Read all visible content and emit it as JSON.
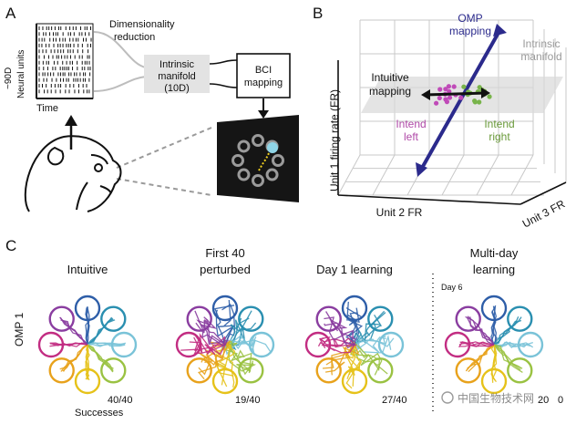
{
  "panels": {
    "a": {
      "letter": "A",
      "raster_y_label": "Neural units",
      "raster_y_count": "~90D",
      "raster_x_label": "Time",
      "dim_reduction_line1": "Dimensionality",
      "dim_reduction_line2": "reduction",
      "manifold_line1": "Intrinsic",
      "manifold_line2": "manifold",
      "manifold_line3": "(10D)",
      "bci_line1": "BCI",
      "bci_line2": "mapping"
    },
    "b": {
      "letter": "B",
      "omp_line1": "OMP",
      "omp_line2": "mapping",
      "intrinsic_line1": "Intrinsic",
      "intrinsic_line2": "manifold",
      "intuitive_line1": "Intuitive",
      "intuitive_line2": "mapping",
      "intend_left_line1": "Intend",
      "intend_left_line2": "left",
      "intend_right_line1": "Intend",
      "intend_right_line2": "right",
      "axis_unit1": "Unit 1 firing rate (FR)",
      "axis_unit2": "Unit 2 FR",
      "axis_unit3": "Unit 3 FR"
    },
    "c": {
      "letter": "C",
      "row_label": "OMP 1",
      "col1_title": "Intuitive",
      "col2_title_line1": "First 40",
      "col2_title_line2": "perturbed",
      "col3_title": "Day 1 learning",
      "col4_title_line1": "Multi-day",
      "col4_title_line2": "learning",
      "day_label": "Day 6",
      "count1": "40/40",
      "successes_label": "Successes",
      "count2": "19/40",
      "count3": "27/40",
      "count4": "20",
      "count4_suffix": "0"
    }
  },
  "watermark": "中国生物技术网",
  "colors": {
    "dark_blue": "#2b2a8c",
    "purple_text": "#b04aa8",
    "green_text": "#6a9a3a",
    "targets": [
      "#2e5ea8",
      "#2a8fb0",
      "#7ac3d8",
      "#6cae3e",
      "#9ac242",
      "#e6c21a",
      "#e8a21c",
      "#d11f2a",
      "#c22d82",
      "#8a3da0",
      "#1b2e7e"
    ]
  }
}
